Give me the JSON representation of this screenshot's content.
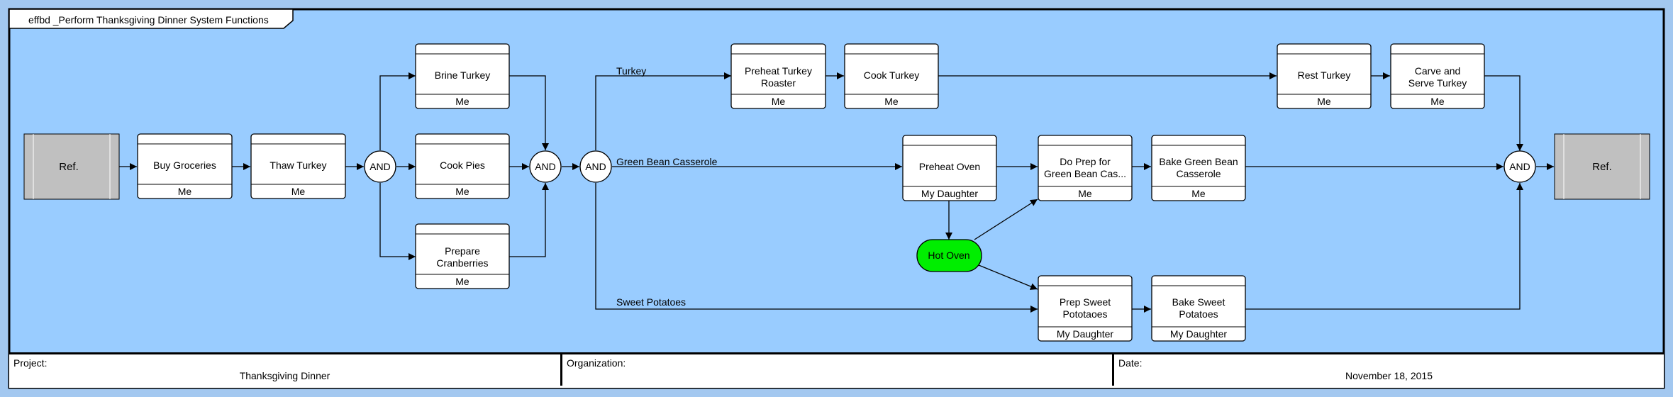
{
  "diagram_title": "effbd _Perform Thanksgiving Dinner System Functions",
  "colors": {
    "background": "#99ccff",
    "frame": "#000000",
    "function_fill": "#ffffff",
    "reference_fill": "#c0c0c0",
    "resource_fill": "#00ee00"
  },
  "references": [
    {
      "id": "ref_start",
      "label": "Ref."
    },
    {
      "id": "ref_end",
      "label": "Ref."
    }
  ],
  "functions": [
    {
      "id": "buy_groceries",
      "name": "Buy Groceries",
      "performer": "Me"
    },
    {
      "id": "thaw_turkey",
      "name": "Thaw Turkey",
      "performer": "Me"
    },
    {
      "id": "brine_turkey",
      "name": "Brine Turkey",
      "performer": "Me"
    },
    {
      "id": "cook_pies",
      "name": "Cook Pies",
      "performer": "Me"
    },
    {
      "id": "prepare_cranberries",
      "name": "Prepare Cranberries",
      "performer": "Me"
    },
    {
      "id": "preheat_roaster",
      "name": "Preheat Turkey Roaster",
      "performer": "Me"
    },
    {
      "id": "cook_turkey",
      "name": "Cook Turkey",
      "performer": "Me"
    },
    {
      "id": "rest_turkey",
      "name": "Rest Turkey",
      "performer": "Me"
    },
    {
      "id": "carve_turkey",
      "name": "Carve and Serve Turkey",
      "performer": "Me"
    },
    {
      "id": "preheat_oven",
      "name": "Preheat Oven",
      "performer": "My Daughter"
    },
    {
      "id": "prep_gbc",
      "name": "Do Prep for Green Bean Cas...",
      "performer": "Me"
    },
    {
      "id": "bake_gbc",
      "name": "Bake Green Bean Casserole",
      "performer": "Me"
    },
    {
      "id": "prep_sweet",
      "name": "Prep Sweet Pototaoes",
      "performer": "My Daughter"
    },
    {
      "id": "bake_sweet",
      "name": "Bake Sweet Potatoes",
      "performer": "My Daughter"
    }
  ],
  "gates": [
    {
      "id": "and_1",
      "label": "AND"
    },
    {
      "id": "and_2",
      "label": "AND"
    },
    {
      "id": "and_3",
      "label": "AND"
    },
    {
      "id": "and_4",
      "label": "AND"
    }
  ],
  "resources": [
    {
      "id": "hot_oven",
      "label": "Hot Oven"
    }
  ],
  "branch_labels": [
    {
      "id": "branch_turkey",
      "label": "Turkey"
    },
    {
      "id": "branch_gbc",
      "label": "Green Bean Casserole"
    },
    {
      "id": "branch_sweet",
      "label": "Sweet Potatoes"
    }
  ],
  "footer": {
    "project_label": "Project:",
    "project_value": "Thanksgiving Dinner",
    "organization_label": "Organization:",
    "organization_value": "",
    "date_label": "Date:",
    "date_value": "November 18, 2015"
  }
}
